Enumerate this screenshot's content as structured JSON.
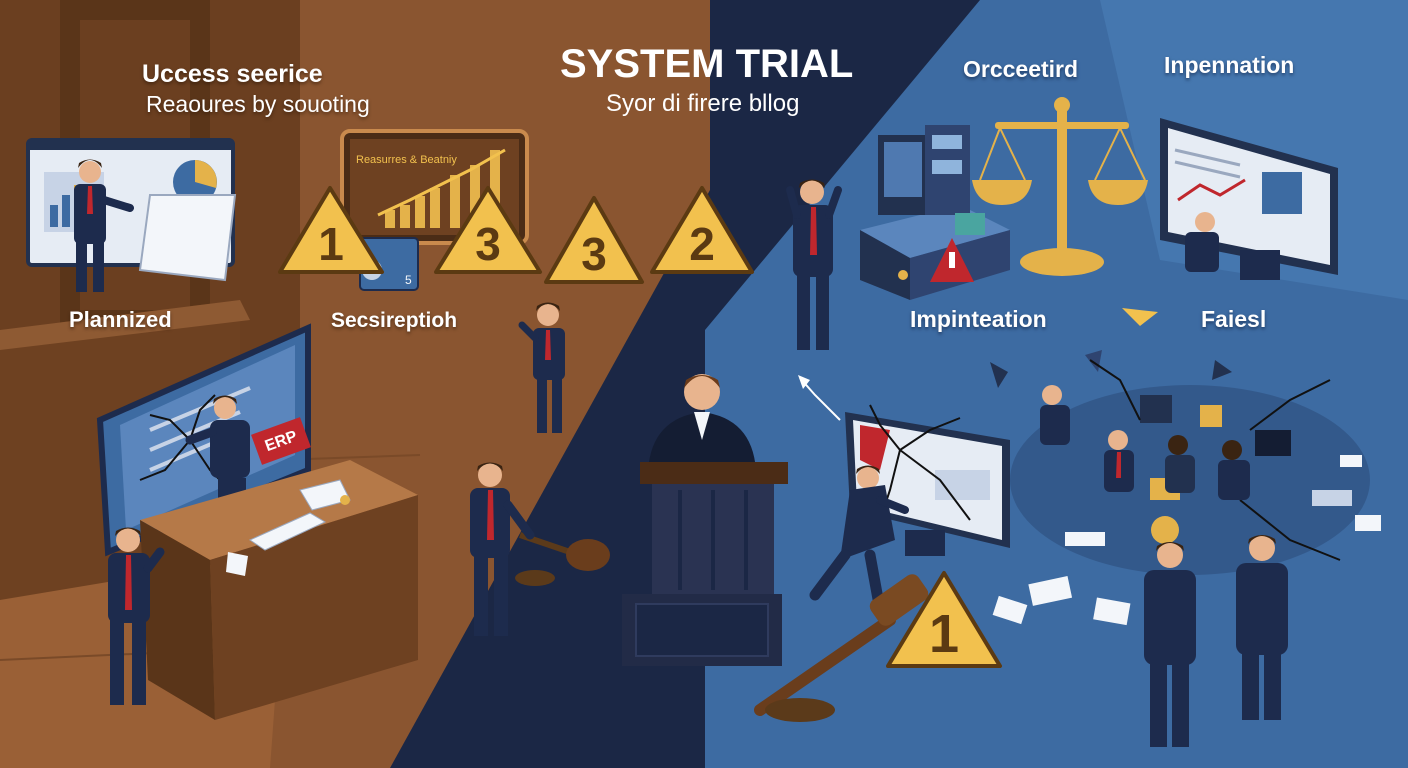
{
  "title": "SYSTEM TRIAL",
  "subtitle": "Syor di firere bllog",
  "left": {
    "heading": "Uccess seerice",
    "subheading": "Reaoures by souoting",
    "label_planned": "Plannized",
    "label_description": "Secsireptioh",
    "chart_card_title": "Reasurres & Beatniy",
    "small_card_text": "5",
    "monitor_tag": "ERP",
    "warning_numbers": [
      "1",
      "3",
      "3",
      "2"
    ]
  },
  "right": {
    "heading_left": "Orcceetird",
    "heading_right": "Inpennation",
    "label_implementation": "Impinteation",
    "label_failed": "Faiesl",
    "warning_number": "1"
  },
  "colors": {
    "wood_dark": "#5a3519",
    "wood": "#8a5530",
    "wood_light": "#a56a3d",
    "navy": "#1b2745",
    "steel_blue": "#3d6ba2",
    "warning_yellow": "#f2c14e",
    "warning_dark": "#5b3a12",
    "suit": "#1d2b4d",
    "tie_red": "#c0272d",
    "gold": "#e4b24a",
    "screen": "#dfe8f4"
  }
}
